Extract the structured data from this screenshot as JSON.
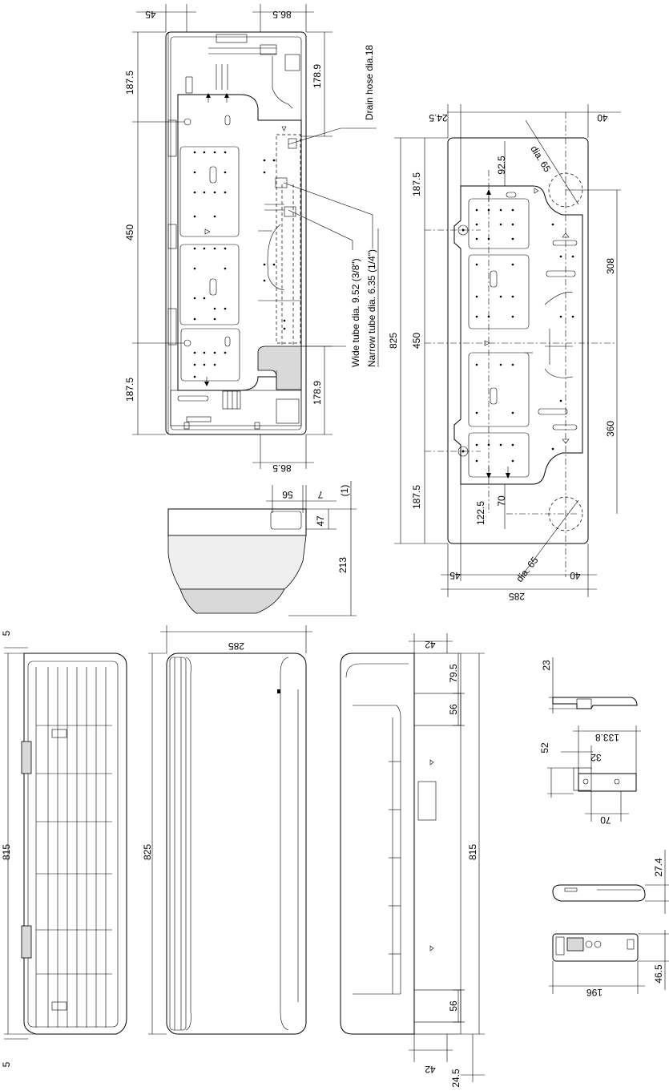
{
  "labels": {
    "drain_hose": "Drain hose dia.18",
    "wide_tube": "Wide tube dia. 9.52 (3/8\")",
    "narrow_tube": "Narrow tube dia. 6.35 (1/4\")",
    "dia65": "dia. 65",
    "note1": "(1)"
  },
  "dims": {
    "rear_top_45": "45",
    "rear_top_865": "86.5",
    "rear_bot_865": "86.5",
    "rear_1875_top": "187.5",
    "rear_450": "450",
    "rear_1875_bot": "187.5",
    "rear_1789_top": "178.9",
    "rear_1789_bot": "178.9",
    "plate_245": "24.5",
    "plate_40_top": "40",
    "plate_925": "92.5",
    "plate_1875_top": "187.5",
    "plate_825": "825",
    "plate_450": "450",
    "plate_1875_bot": "187.5",
    "plate_1225": "122.5",
    "plate_70": "70",
    "plate_308": "308",
    "plate_360": "360",
    "plate_45_bot": "45",
    "plate_40_bot": "40",
    "plate_285": "285",
    "side_56": "56",
    "side_7": "7",
    "side_47": "47",
    "side_213": "213",
    "front_5_top": "5",
    "front_815": "815",
    "front_5_bot": "5",
    "mid_285": "285",
    "mid_825": "825",
    "right_42_top": "42",
    "right_795": "79.5",
    "right_56_top": "56",
    "right_815": "815",
    "right_56_bot": "56",
    "right_42_bot": "42",
    "right_245": "24.5",
    "acc_23": "23",
    "acc_1338": "133.8",
    "acc_52": "52",
    "acc_32": "32",
    "acc_70": "70",
    "rem_274": "27.4",
    "rem_465": "46.5",
    "rem_196": "196"
  },
  "icons": [
    "arrow-up-icon",
    "arrow-down-icon",
    "triangle-marker-icon",
    "oval-hole-icon"
  ]
}
